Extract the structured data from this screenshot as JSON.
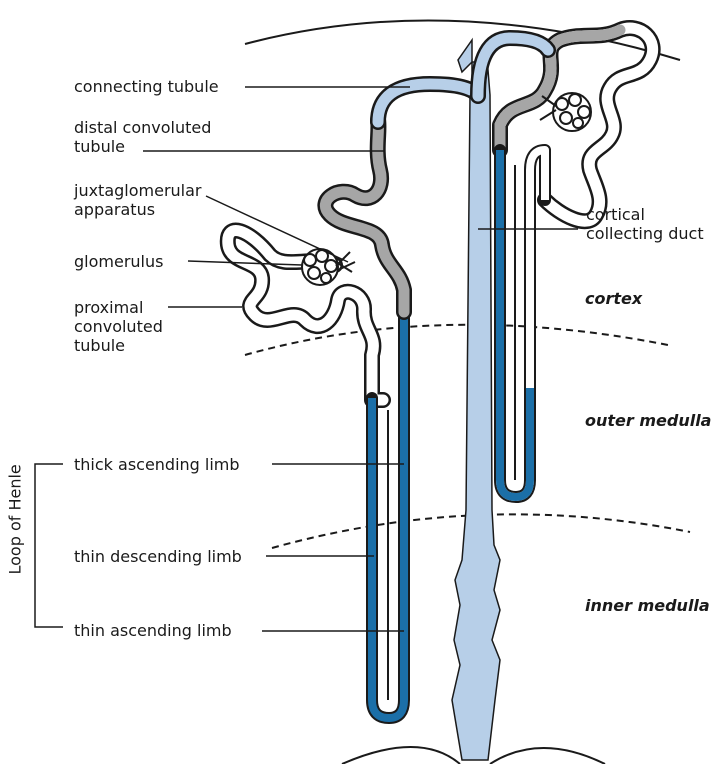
{
  "labels": {
    "connecting_tubule": "connecting tubule",
    "distal_convoluted_tubule": "distal convoluted\ntubule",
    "juxtaglomerular_apparatus": "juxtaglomerular\napparatus",
    "glomerulus": "glomerulus",
    "proximal_convoluted_tubule": "proximal\nconvoluted\ntubule",
    "thick_ascending_limb": "thick ascending limb",
    "thin_descending_limb": "thin descending limb",
    "thin_ascending_limb": "thin ascending limb",
    "cortical_collecting_duct": "cortical\ncollecting duct",
    "loop_of_henle": "Loop of Henle"
  },
  "zones": {
    "cortex": "cortex",
    "outer_medulla": "outer medulla",
    "inner_medulla": "inner medulla"
  },
  "colors": {
    "thin_limb": "#1b6fa8",
    "collecting_duct": "#b7cfe8",
    "distal_tubule": "#a6a6a6",
    "connecting_tubule": "#b7cfe8",
    "outline": "#1a1a1a"
  }
}
